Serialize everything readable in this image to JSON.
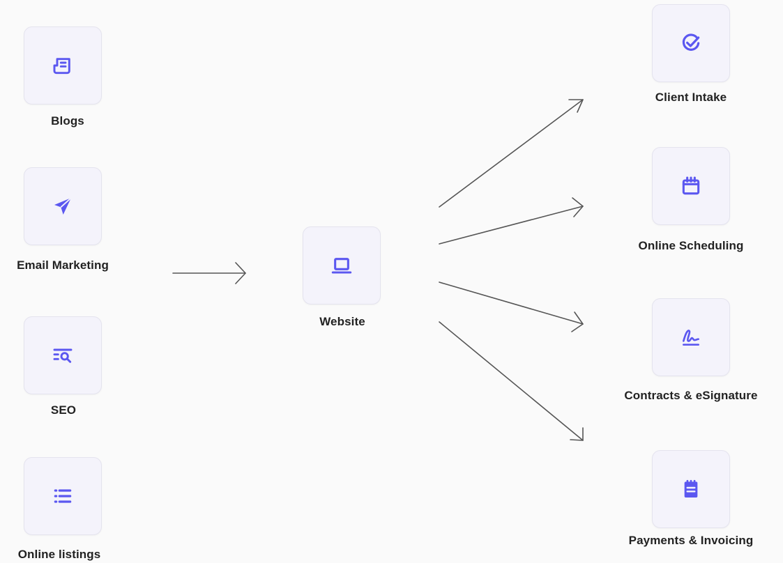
{
  "accent_color": "#5b57f0",
  "arrow_color": "#555555",
  "sources": [
    {
      "label": "Blogs",
      "icon": "newspaper-icon"
    },
    {
      "label": "Email Marketing",
      "icon": "paper-plane-icon"
    },
    {
      "label": "SEO",
      "icon": "search-list-icon"
    },
    {
      "label": "Online listings",
      "icon": "list-icon"
    }
  ],
  "hub": {
    "label": "Website",
    "icon": "laptop-icon"
  },
  "outcomes": [
    {
      "label": "Client Intake",
      "icon": "check-circle-icon"
    },
    {
      "label": "Online Scheduling",
      "icon": "calendar-icon"
    },
    {
      "label": "Contracts & eSignature",
      "icon": "signature-icon"
    },
    {
      "label": "Payments & Invoicing",
      "icon": "invoice-icon"
    }
  ]
}
